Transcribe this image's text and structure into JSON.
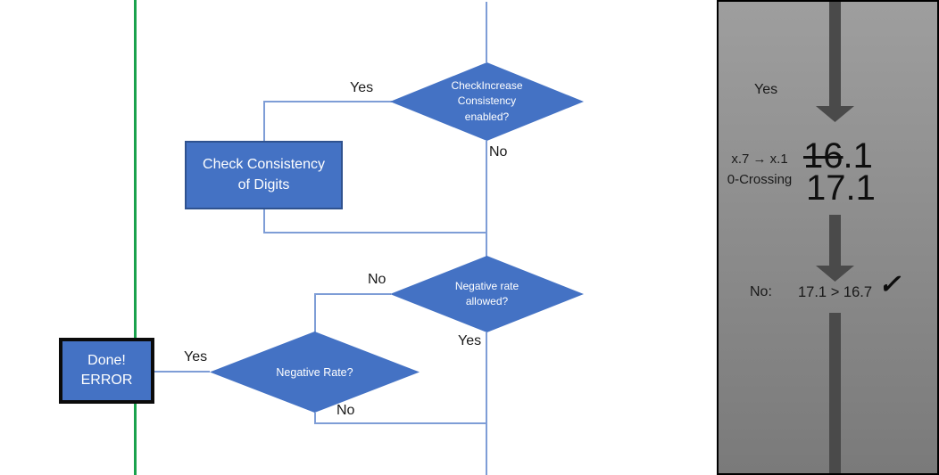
{
  "colors": {
    "shape_blue": "#4472C4",
    "shape_border_blue": "#2F528F",
    "connector_blue": "#7E9DD6",
    "green_line": "#1AA24D",
    "panel_gray_top": "#9E9E9E",
    "panel_gray_bottom": "#7A7A7A",
    "arrow_gray": "#4A4A4A",
    "text_black": "#1A1A1A"
  },
  "flowchart": {
    "decision_check_increase": {
      "label": "CheckIncrease\nConsistency\nenabled?",
      "yes_label": "Yes",
      "no_label": "No"
    },
    "process_check_consistency": {
      "label": "Check Consistency\nof Digits"
    },
    "decision_negative_rate_allowed": {
      "label": "Negative rate\nallowed?",
      "no_label": "No",
      "yes_label": "Yes"
    },
    "decision_negative_rate": {
      "label": "Negative Rate?",
      "yes_label": "Yes",
      "no_label": "No"
    },
    "terminal_done_error": {
      "label": "Done!\nERROR"
    }
  },
  "side_panel": {
    "yes_label": "Yes",
    "rule_line1": "x.7 → x.1",
    "rule_line2": "0-Crossing",
    "old_value_struck": "16",
    "old_value_rest": ".1",
    "new_value": "17.1",
    "result_prefix": "No:",
    "result_comparison": "17.1 > 16.7",
    "checkmark": "✓"
  }
}
